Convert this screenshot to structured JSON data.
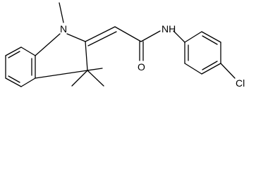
{
  "molecule": {
    "atom_labels": {
      "n_indoline": "N",
      "n_amide": "N",
      "h_amide": "H",
      "o_carbonyl": "O",
      "cl": "Cl"
    }
  }
}
